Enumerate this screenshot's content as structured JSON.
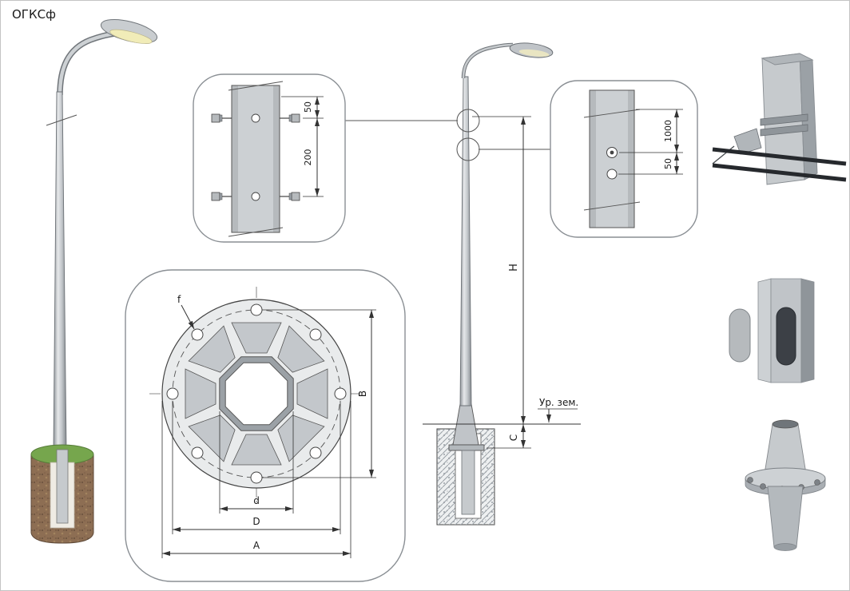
{
  "title": "ОГКСф",
  "colors": {
    "line": "#333333",
    "steel_light": "#d3d6d9",
    "steel_mid": "#c0c4c8",
    "steel_dark": "#8f959a",
    "soil_brown": "#8d6e53",
    "grass_green": "#76a64d"
  },
  "top_detail": {
    "dim_top": "50",
    "dim_between": "200"
  },
  "flange_detail": {
    "hole_label": "f",
    "vertical_span_label": "B",
    "shaft_label": "d",
    "bolt_circle_label": "D",
    "outer_label": "A"
  },
  "elevation": {
    "height_label": "H",
    "embed_label": "C",
    "ground_label": "Ур. зем."
  },
  "right_detail": {
    "dim_long": "1000",
    "dim_short": "50"
  }
}
